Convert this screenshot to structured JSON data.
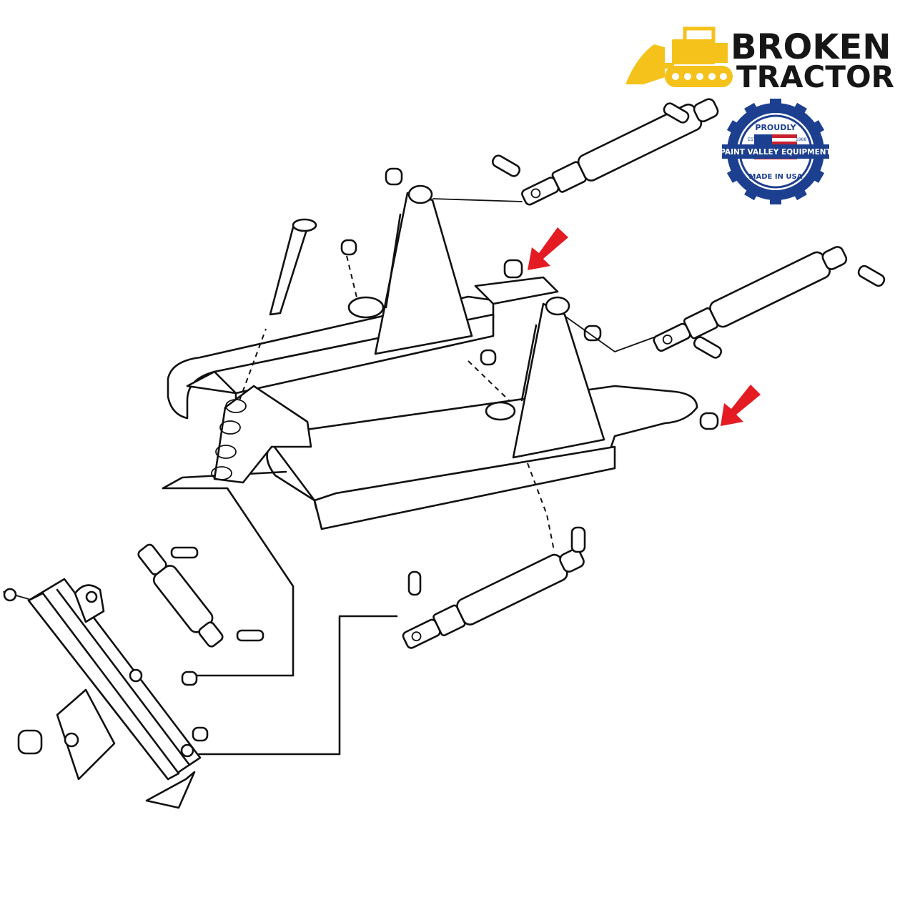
{
  "brand": {
    "line1": "BROKEN",
    "line2": "TRACTOR",
    "logo_color": "#f5c21b",
    "text_color": "#161616"
  },
  "badge": {
    "top": "PROUDLY",
    "banner": "PAINT VALLEY EQUIPMENT",
    "bottom": "MADE IN USA",
    "est_left": "EST.",
    "est_right": "1988",
    "color": "#1d3f8f"
  },
  "callouts": {
    "arrow_color": "#e41b23",
    "count": 2
  }
}
